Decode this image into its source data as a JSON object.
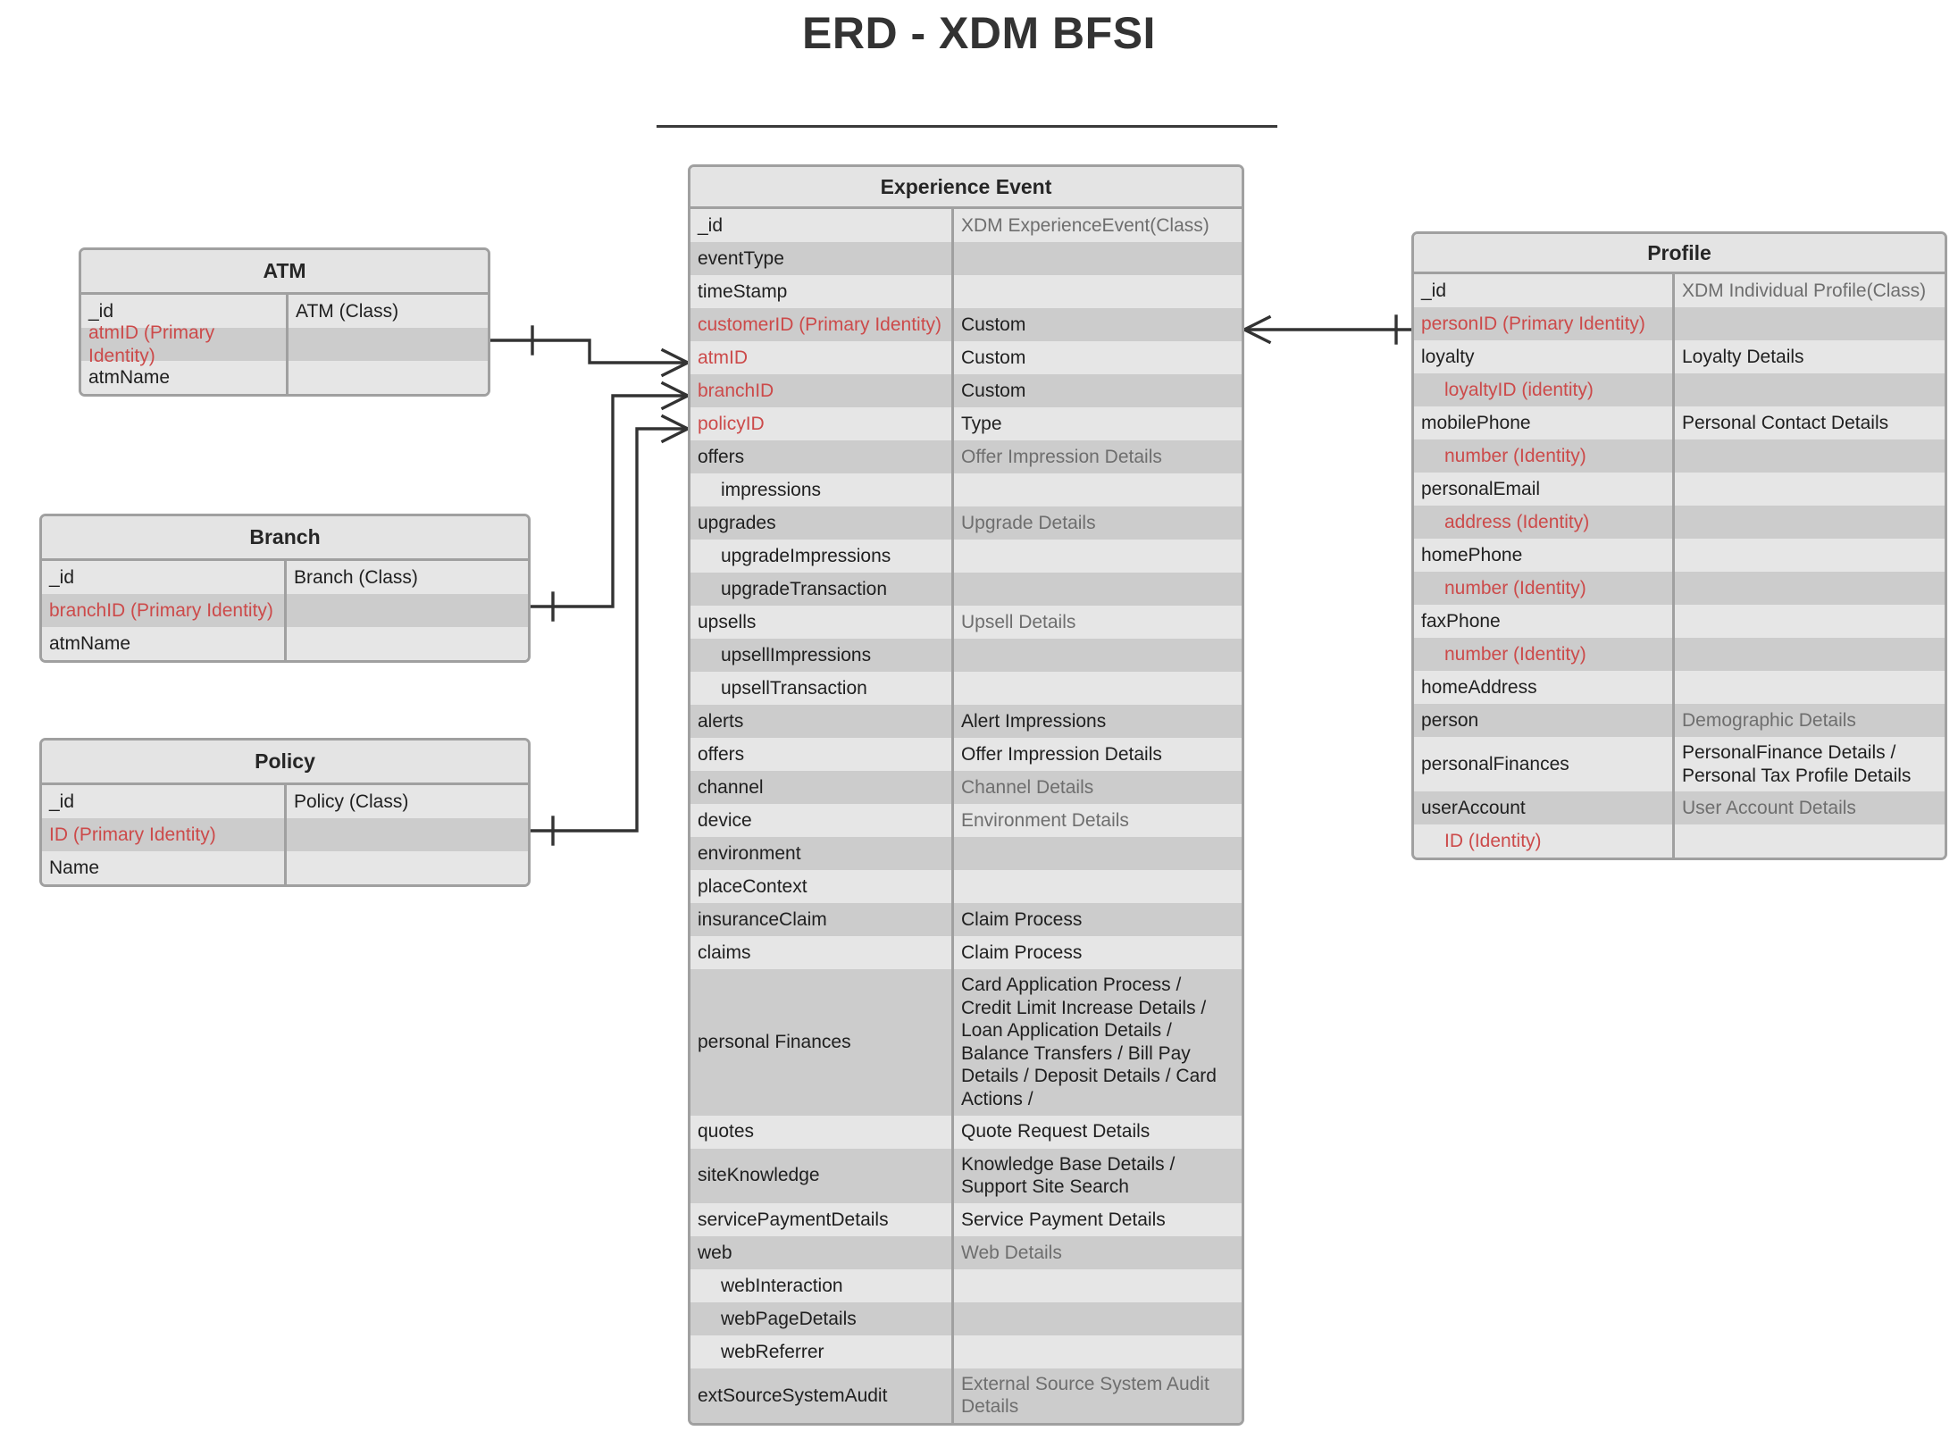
{
  "title": "ERD - XDM BFSI",
  "colors": {
    "identity_red": "#cc4a4a",
    "row_light": "#e6e6e6",
    "row_dark": "#cccccc",
    "border": "#a0a0a0",
    "title_text": "#333333",
    "muted_text": "#6e6e6e"
  },
  "entities": {
    "atm": {
      "name": "ATM",
      "rows": [
        {
          "left": "_id",
          "right": "ATM (Class)",
          "red": false
        },
        {
          "left": "atmID (Primary Identity)",
          "right": "",
          "red": true
        },
        {
          "left": "atmName",
          "right": "",
          "red": false
        }
      ]
    },
    "branch": {
      "name": "Branch",
      "rows": [
        {
          "left": "_id",
          "right": "Branch (Class)",
          "red": false
        },
        {
          "left": "branchID (Primary Identity)",
          "right": "",
          "red": true
        },
        {
          "left": "atmName",
          "right": "",
          "red": false
        }
      ]
    },
    "policy": {
      "name": "Policy",
      "rows": [
        {
          "left": "_id",
          "right": "Policy (Class)",
          "red": false
        },
        {
          "left": "ID (Primary Identity)",
          "right": "",
          "red": true
        },
        {
          "left": "Name",
          "right": "",
          "red": false
        }
      ]
    },
    "experience_event": {
      "name": "Experience Event",
      "rows": [
        {
          "left": "_id",
          "right": "XDM ExperienceEvent(Class)",
          "red": false,
          "indent": false,
          "muted": true
        },
        {
          "left": "eventType",
          "right": "",
          "red": false,
          "indent": false
        },
        {
          "left": "timeStamp",
          "right": "",
          "red": false,
          "indent": false
        },
        {
          "left": "customerID (Primary Identity)",
          "right": "Custom",
          "red": true,
          "indent": false
        },
        {
          "left": "atmID",
          "right": "Custom",
          "red": true,
          "indent": false
        },
        {
          "left": "branchID",
          "right": "Custom",
          "red": true,
          "indent": false
        },
        {
          "left": "policyID",
          "right": "Type",
          "red": true,
          "indent": false
        },
        {
          "left": "offers",
          "right": "Offer Impression Details",
          "red": false,
          "indent": false,
          "muted": true
        },
        {
          "left": "impressions",
          "right": "",
          "red": false,
          "indent": true
        },
        {
          "left": "upgrades",
          "right": "Upgrade Details",
          "red": false,
          "indent": false,
          "muted": true
        },
        {
          "left": "upgradeImpressions",
          "right": "",
          "red": false,
          "indent": true
        },
        {
          "left": "upgradeTransaction",
          "right": "",
          "red": false,
          "indent": true
        },
        {
          "left": "upsells",
          "right": "Upsell Details",
          "red": false,
          "indent": false,
          "muted": true
        },
        {
          "left": "upsellImpressions",
          "right": "",
          "red": false,
          "indent": true
        },
        {
          "left": "upsellTransaction",
          "right": "",
          "red": false,
          "indent": true
        },
        {
          "left": "alerts",
          "right": "Alert Impressions",
          "red": false,
          "indent": false
        },
        {
          "left": "offers",
          "right": "Offer Impression Details",
          "red": false,
          "indent": false
        },
        {
          "left": "channel",
          "right": "Channel Details",
          "red": false,
          "indent": false,
          "muted": true
        },
        {
          "left": "device",
          "right": "Environment Details",
          "red": false,
          "indent": false,
          "muted": true
        },
        {
          "left": "environment",
          "right": "",
          "red": false,
          "indent": false
        },
        {
          "left": "placeContext",
          "right": "",
          "red": false,
          "indent": false
        },
        {
          "left": "insuranceClaim",
          "right": "Claim Process",
          "red": false,
          "indent": false
        },
        {
          "left": "claims",
          "right": "Claim Process",
          "red": false,
          "indent": false
        },
        {
          "left": "personal Finances",
          "right": "Card Application Process / Credit Limit Increase Details / Loan Application Details / Balance Transfers / Bill Pay Details /  Deposit Details / Card Actions /",
          "red": false,
          "indent": false
        },
        {
          "left": "quotes",
          "right": "Quote Request Details",
          "red": false,
          "indent": false
        },
        {
          "left": "siteKnowledge",
          "right": "Knowledge Base Details / Support Site Search",
          "red": false,
          "indent": false
        },
        {
          "left": "servicePaymentDetails",
          "right": "Service Payment Details",
          "red": false,
          "indent": false
        },
        {
          "left": "web",
          "right": "Web Details",
          "red": false,
          "indent": false,
          "muted": true
        },
        {
          "left": "webInteraction",
          "right": "",
          "red": false,
          "indent": true
        },
        {
          "left": "webPageDetails",
          "right": "",
          "red": false,
          "indent": true
        },
        {
          "left": "webReferrer",
          "right": "",
          "red": false,
          "indent": true
        },
        {
          "left": "extSourceSystemAudit",
          "right": "External Source System Audit Details",
          "red": false,
          "indent": false,
          "muted": true
        }
      ]
    },
    "profile": {
      "name": "Profile",
      "rows": [
        {
          "left": "_id",
          "right": "XDM Individual Profile(Class)",
          "red": false,
          "indent": false,
          "muted": true
        },
        {
          "left": "personID (Primary Identity)",
          "right": "",
          "red": true,
          "indent": false
        },
        {
          "left": "loyalty",
          "right": "Loyalty Details",
          "red": false,
          "indent": false
        },
        {
          "left": "loyaltyID (identity)",
          "right": "",
          "red": true,
          "indent": true
        },
        {
          "left": "mobilePhone",
          "right": "Personal Contact Details",
          "red": false,
          "indent": false
        },
        {
          "left": "number (Identity)",
          "right": "",
          "red": true,
          "indent": true
        },
        {
          "left": "personalEmail",
          "right": "",
          "red": false,
          "indent": false
        },
        {
          "left": "address (Identity)",
          "right": "",
          "red": true,
          "indent": true
        },
        {
          "left": "homePhone",
          "right": "",
          "red": false,
          "indent": false
        },
        {
          "left": "number (Identity)",
          "right": "",
          "red": true,
          "indent": true
        },
        {
          "left": "faxPhone",
          "right": "",
          "red": false,
          "indent": false
        },
        {
          "left": "number (Identity)",
          "right": "",
          "red": true,
          "indent": true
        },
        {
          "left": "homeAddress",
          "right": "",
          "red": false,
          "indent": false
        },
        {
          "left": "person",
          "right": "Demographic Details",
          "red": false,
          "indent": false,
          "muted": true
        },
        {
          "left": "personalFinances",
          "right": "PersonalFinance Details / Personal Tax Profile Details",
          "red": false,
          "indent": false
        },
        {
          "left": "userAccount",
          "right": "User Account Details",
          "red": false,
          "indent": false,
          "muted": true
        },
        {
          "left": "ID (Identity)",
          "right": "",
          "red": true,
          "indent": true
        }
      ]
    }
  },
  "relationships": [
    {
      "from": "ATM",
      "to": "Experience Event.atmID",
      "from_cardinality": "one",
      "to_cardinality": "many"
    },
    {
      "from": "Branch",
      "to": "Experience Event.branchID",
      "from_cardinality": "one",
      "to_cardinality": "many"
    },
    {
      "from": "Policy",
      "to": "Experience Event.policyID",
      "from_cardinality": "one",
      "to_cardinality": "many"
    },
    {
      "from": "Experience Event.customerID",
      "to": "Profile.personID",
      "from_cardinality": "many",
      "to_cardinality": "one"
    }
  ]
}
